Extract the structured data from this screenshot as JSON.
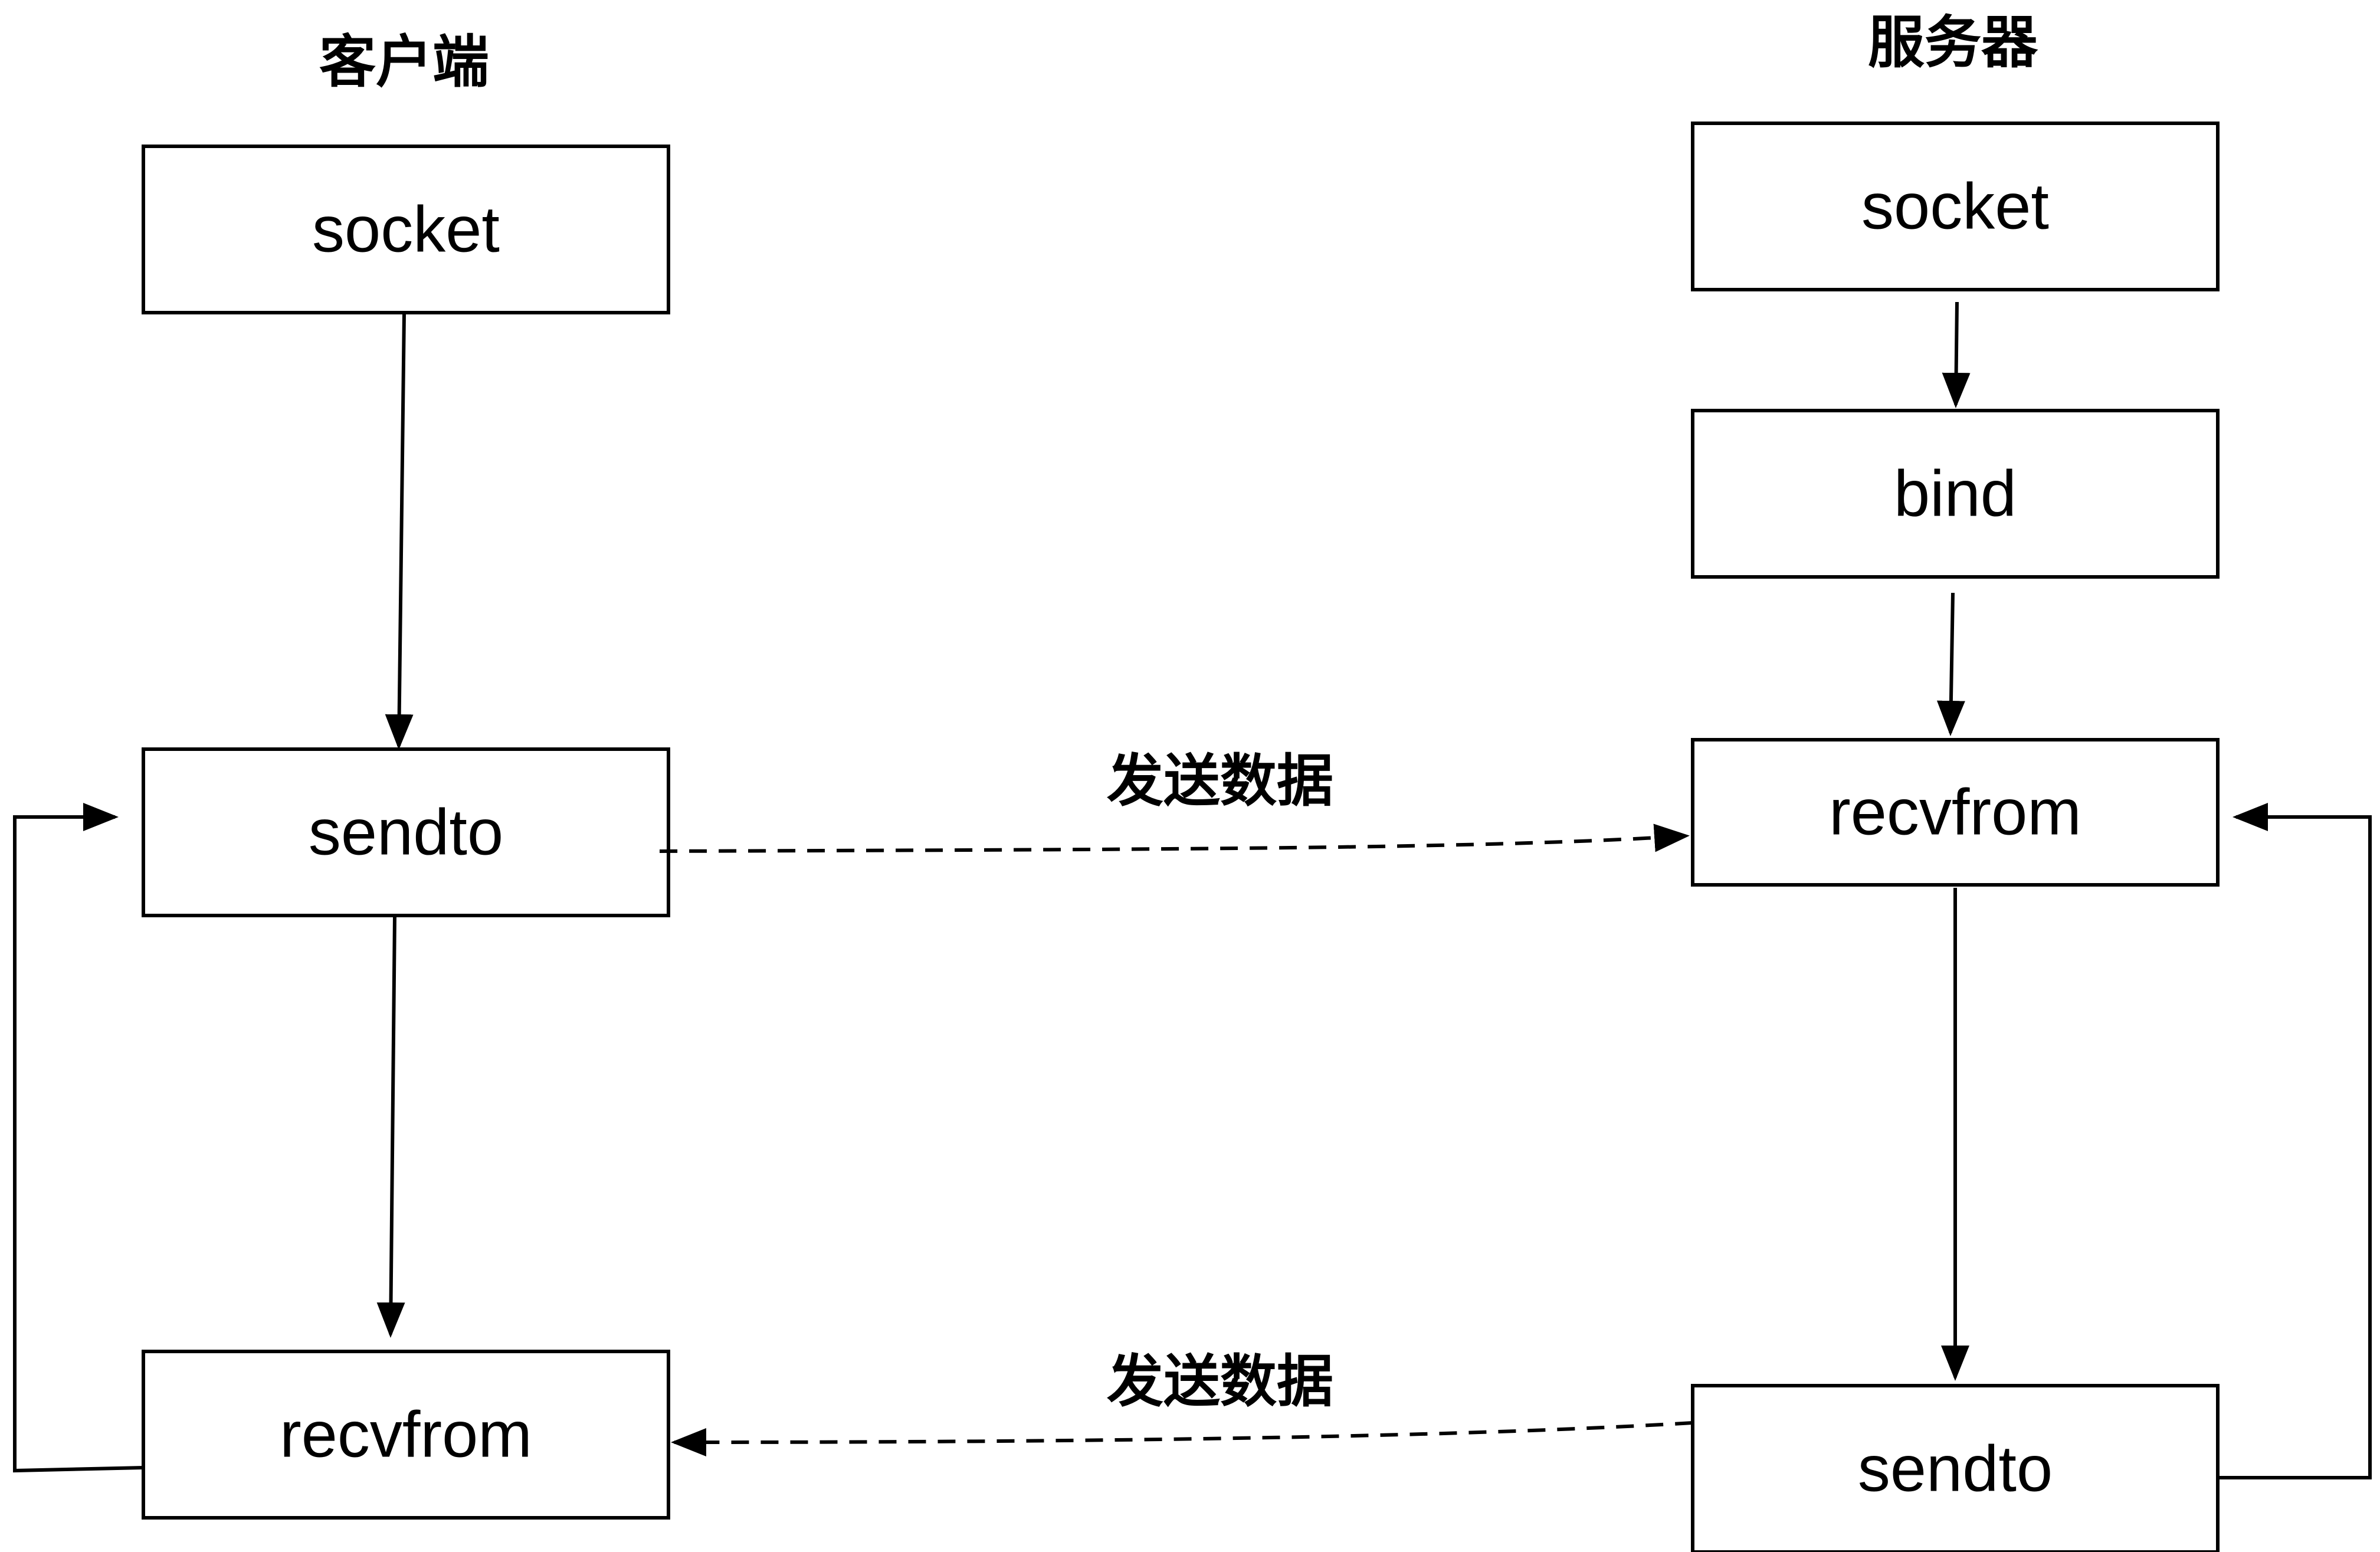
{
  "headings": {
    "client": "客户端",
    "server": "服务器"
  },
  "client": {
    "socket": "socket",
    "sendto": "sendto",
    "recvfrom": "recvfrom"
  },
  "server": {
    "socket": "socket",
    "bind": "bind",
    "recvfrom": "recvfrom",
    "sendto": "sendto"
  },
  "edges": {
    "send_request": "发送数据",
    "send_response": "发送数据"
  }
}
